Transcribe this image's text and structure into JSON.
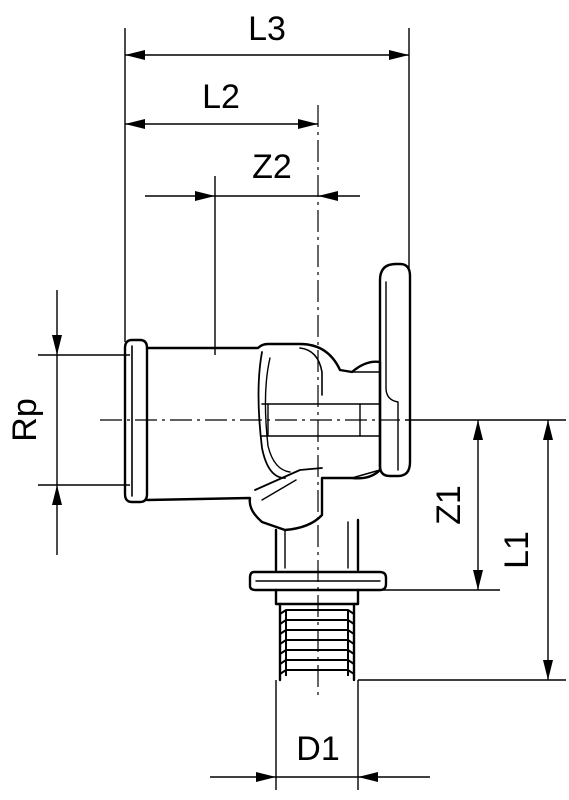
{
  "drawing": {
    "dimensions": {
      "L3": "L3",
      "L2": "L2",
      "Z2": "Z2",
      "Rp": "Rp",
      "Z1": "Z1",
      "L1": "L1",
      "D1": "D1"
    },
    "colors": {
      "line": "#000000",
      "background": "#ffffff"
    }
  }
}
